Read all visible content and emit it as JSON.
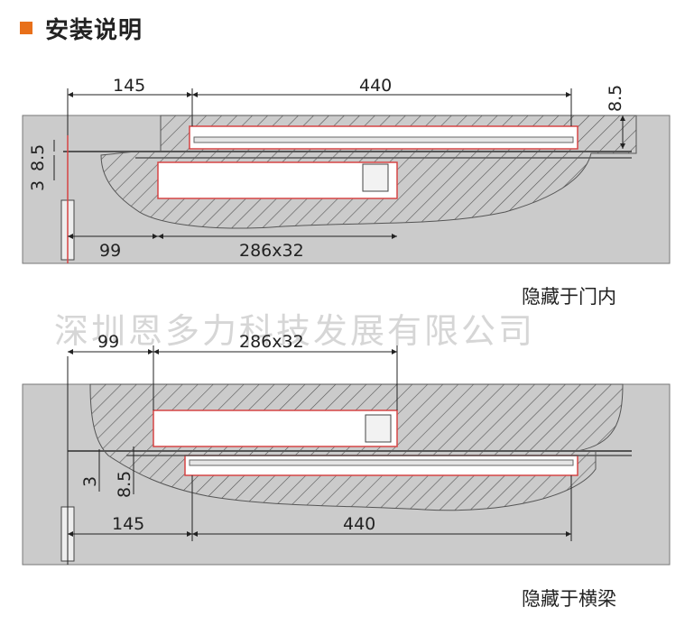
{
  "header": {
    "title": "安装说明",
    "accent_color": "#e8701a"
  },
  "colors": {
    "panel": "#cbcbcb",
    "hatch": "#555555",
    "red_outline": "#d64545"
  },
  "watermark": "深圳恩多力科技发展有限公司",
  "diagram_top": {
    "caption": "隐藏于门内",
    "dims": {
      "a": "145",
      "b": "440",
      "c": "8.5",
      "d": "8.5",
      "e": "3",
      "f": "99",
      "g": "286x32"
    }
  },
  "diagram_bottom": {
    "caption": "隐藏于横梁",
    "dims": {
      "a": "99",
      "b": "286x32",
      "c": "3",
      "d": "8.5",
      "e": "145",
      "f": "440"
    }
  }
}
